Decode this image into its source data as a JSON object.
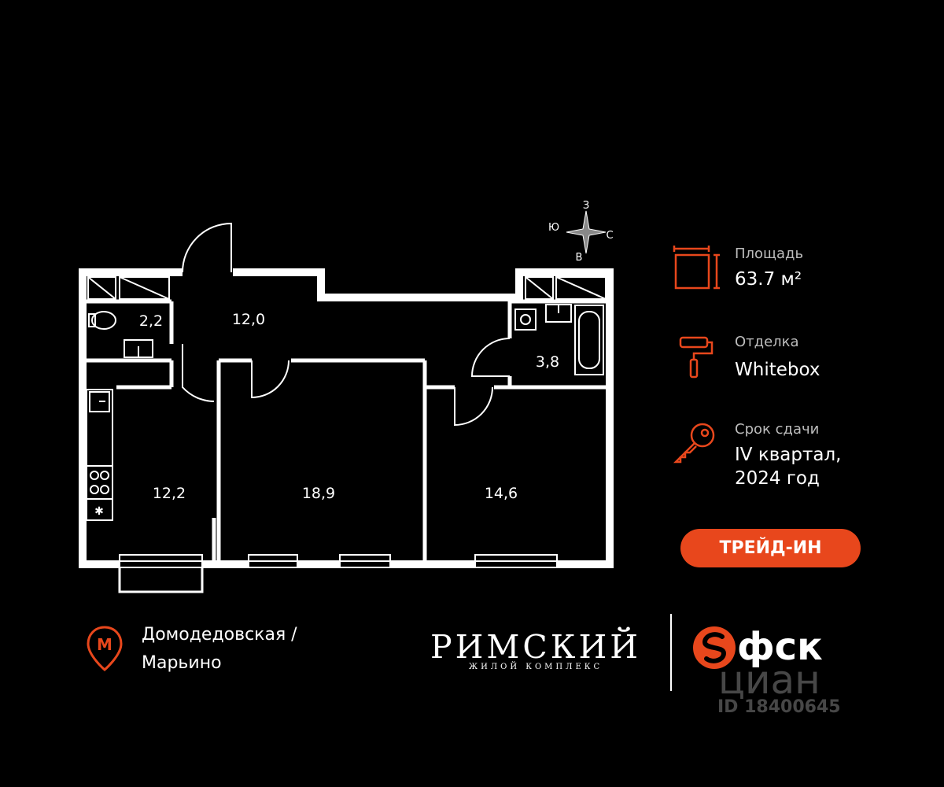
{
  "plan": {
    "rooms": [
      {
        "id": "bathroom-small",
        "area": "2,2"
      },
      {
        "id": "hall",
        "area": "12,0"
      },
      {
        "id": "bathroom-large",
        "area": "3,8"
      },
      {
        "id": "kitchen",
        "area": "12,2"
      },
      {
        "id": "living-room",
        "area": "18,9"
      },
      {
        "id": "bedroom",
        "area": "14,6"
      }
    ],
    "compass": {
      "north": "З",
      "west": "Ю",
      "east": "С",
      "south": "В"
    }
  },
  "info": {
    "area_label": "Площадь",
    "area_value": "63.7 м²",
    "finish_label": "Отделка",
    "finish_value": "Whitebox",
    "delivery_label": "Срок сдачи",
    "delivery_value_line1": "IV квартал,",
    "delivery_value_line2": "2024 год"
  },
  "trade_in_button": "ТРЕЙД-ИН",
  "metro": {
    "line1": "Домодедовская /",
    "line2": "Марьино",
    "icon_letter": "М"
  },
  "brand": {
    "complex_name": "РИМСКИЙ",
    "complex_subtitle": "ЖИЛОЙ КОМПЛЕКС",
    "developer": "фск"
  },
  "watermark": {
    "site": "циан",
    "id": "ID 18400645"
  },
  "colors": {
    "accent": "#e8471c",
    "background": "#000000",
    "text": "#ffffff"
  }
}
